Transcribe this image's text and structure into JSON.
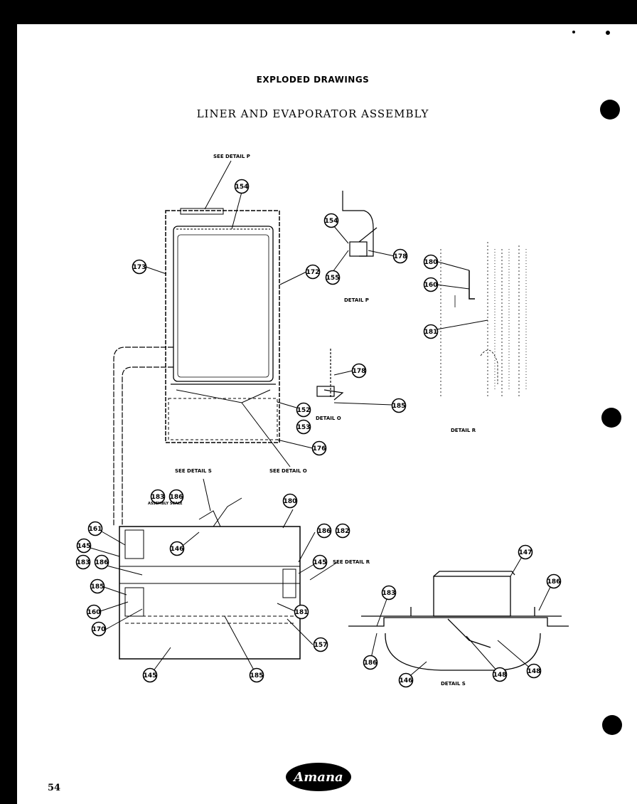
{
  "header": "EXPLODED DRAWINGS",
  "title": "LINER AND EVAPORATOR ASSEMBLY",
  "page_number": "54",
  "brand": "Amana",
  "labels": {
    "see_detail_p": "SEE DETAIL P",
    "see_detail_o": "SEE DETAIL O",
    "see_detail_s": "SEE DETAIL S",
    "see_detail_r": "SEE DETAIL R",
    "detail_p": "DETAIL P",
    "detail_o": "DETAIL O",
    "detail_r": "DETAIL R",
    "detail_s": "DETAIL S",
    "assembly_note": "ASSEMBLY SCALE"
  },
  "callouts": [
    {
      "id": "c154a",
      "text": "154"
    },
    {
      "id": "c173",
      "text": "173"
    },
    {
      "id": "c172",
      "text": "172"
    },
    {
      "id": "c154b",
      "text": "154"
    },
    {
      "id": "c155",
      "text": "155"
    },
    {
      "id": "c178a",
      "text": "178"
    },
    {
      "id": "c180a",
      "text": "180"
    },
    {
      "id": "c160a",
      "text": "160"
    },
    {
      "id": "c181a",
      "text": "181"
    },
    {
      "id": "c178b",
      "text": "178"
    },
    {
      "id": "c152",
      "text": "152"
    },
    {
      "id": "c185a",
      "text": "185"
    },
    {
      "id": "c153",
      "text": "153"
    },
    {
      "id": "c176",
      "text": "176"
    },
    {
      "id": "c183a",
      "text": "183"
    },
    {
      "id": "c186a",
      "text": "186"
    },
    {
      "id": "c180b",
      "text": "180"
    },
    {
      "id": "c161",
      "text": "161"
    },
    {
      "id": "c146a",
      "text": "146"
    },
    {
      "id": "c186b",
      "text": "186"
    },
    {
      "id": "c182",
      "text": "182"
    },
    {
      "id": "c145a",
      "text": "145"
    },
    {
      "id": "c145b",
      "text": "145"
    },
    {
      "id": "c183b",
      "text": "183"
    },
    {
      "id": "c186c",
      "text": "186"
    },
    {
      "id": "c185b",
      "text": "185"
    },
    {
      "id": "c160b",
      "text": "160"
    },
    {
      "id": "c170",
      "text": "170"
    },
    {
      "id": "c181b",
      "text": "181"
    },
    {
      "id": "c157",
      "text": "157"
    },
    {
      "id": "c145c",
      "text": "145"
    },
    {
      "id": "c185c",
      "text": "185"
    },
    {
      "id": "c147",
      "text": "147"
    },
    {
      "id": "c183c",
      "text": "183"
    },
    {
      "id": "c186d",
      "text": "186"
    },
    {
      "id": "c186e",
      "text": "186"
    },
    {
      "id": "c146b",
      "text": "146"
    },
    {
      "id": "c148a",
      "text": "148"
    },
    {
      "id": "c148b",
      "text": "148"
    }
  ]
}
